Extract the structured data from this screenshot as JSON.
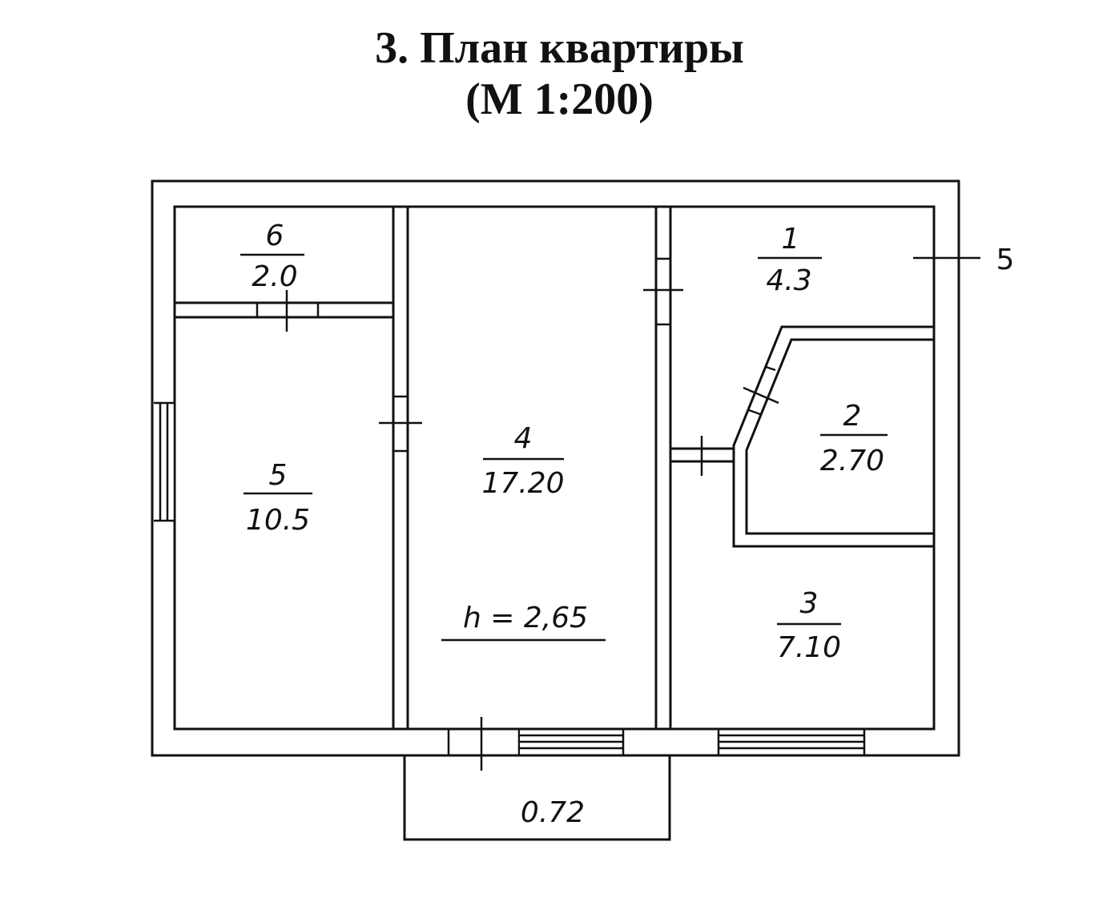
{
  "title": {
    "line1": "3. План квартиры",
    "line2": "(М 1:200)"
  },
  "rooms": [
    {
      "id": "room-6",
      "number": "6",
      "area": "2.0"
    },
    {
      "id": "room-5",
      "number": "5",
      "area": "10.5"
    },
    {
      "id": "room-4",
      "number": "4",
      "area": "17.20"
    },
    {
      "id": "room-1",
      "number": "1",
      "area": "4.3"
    },
    {
      "id": "room-2",
      "number": "2",
      "area": "2.70"
    },
    {
      "id": "room-3",
      "number": "3",
      "area": "7.10"
    }
  ],
  "ceiling_height": "h = 2,65",
  "balcony_area": "0.72",
  "callout_label": "5"
}
